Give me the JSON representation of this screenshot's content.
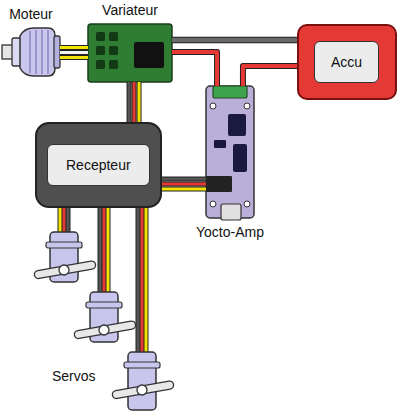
{
  "diagram": {
    "nodes": [
      {
        "text": [
          "Moteur"
        ]
      },
      {
        "text": [
          "Variateur"
        ]
      },
      {
        "text": [
          "Accu"
        ]
      },
      {
        "text": [
          "Yocto-Amp"
        ]
      },
      {
        "text": [
          "Recepteur"
        ]
      }
    ],
    "edges": [
      {
        "from": 0,
        "to": 1,
        "arrow": "none"
      },
      {
        "from": 1,
        "to": 2,
        "arrow": "none"
      },
      {
        "from": 1,
        "to": 3,
        "arrow": "none"
      },
      {
        "from": 2,
        "to": 3,
        "arrow": "none"
      },
      {
        "from": 1,
        "to": 4,
        "arrow": "none"
      },
      {
        "from": 4,
        "to": 3,
        "arrow": "none"
      }
    ],
    "labels": [
      "Servos"
    ]
  }
}
